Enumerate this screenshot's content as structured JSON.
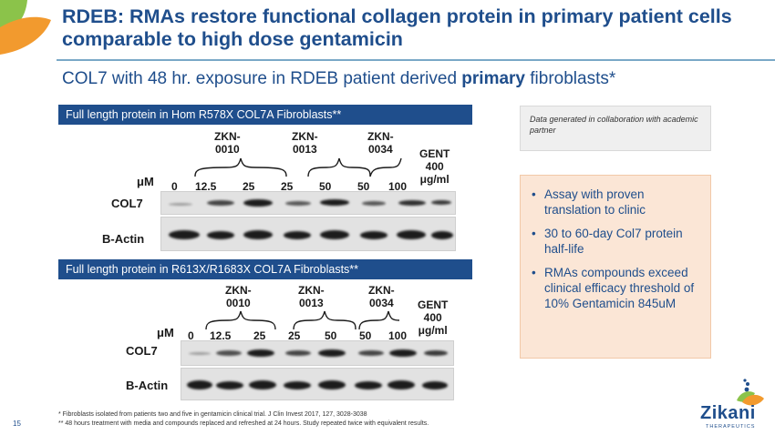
{
  "slide": {
    "title": "RDEB: RMAs restore functional collagen protein in primary patient cells comparable to high dose gentamicin",
    "subtitle_pre": "COL7 with 48 hr. exposure  in RDEB patient derived ",
    "subtitle_bold": "primary",
    "subtitle_post": " fibroblasts*",
    "page_number": "15"
  },
  "colors": {
    "brand_blue": "#1f4e8c",
    "accent_orange": "#f29a2e",
    "accent_green": "#8bc34a",
    "bullet_bg": "#fbe6d6"
  },
  "panel1": {
    "banner": "Full length protein in Hom R578X COL7A Fibroblasts**",
    "groups": [
      "ZKN-\n0010",
      "ZKN-\n0013",
      "ZKN-\n0034"
    ],
    "gent": "GENT\n400\nμg/ml",
    "um_label": "μM",
    "doses": [
      "0",
      "12.5",
      "25",
      "25",
      "50",
      "50",
      "100"
    ],
    "row1": "COL7",
    "row2": "B-Actin"
  },
  "panel2": {
    "banner": "Full length protein in R613X/R1683X COL7A Fibroblasts**",
    "groups": [
      "ZKN-\n0010",
      "ZKN-\n0013",
      "ZKN-\n0034"
    ],
    "gent": "GENT\n400\nμg/ml",
    "um_label": "μM",
    "doses": [
      "0",
      "12.5",
      "25",
      "25",
      "50",
      "50",
      "100"
    ],
    "row1": "COL7",
    "row2": "B-Actin"
  },
  "note": "Data generated in collaboration with academic partner",
  "bullets": [
    "Assay with proven translation to clinic",
    "30 to 60-day Col7 protein half-life",
    "RMAs compounds exceed clinical efficacy threshold of 10% Gentamicin 845uM"
  ],
  "footnotes": [
    "* Fibroblasts isolated from patients two and five in gentamicin clinical trial. J Clin Invest 2017, 127, 3028-3038",
    "** 48 hours treatment with media and compounds replaced and refreshed at 24 hours. Study repeated twice with equivalent results."
  ],
  "logo": {
    "name": "Zikani",
    "tagline": "THERAPEUTICS"
  }
}
